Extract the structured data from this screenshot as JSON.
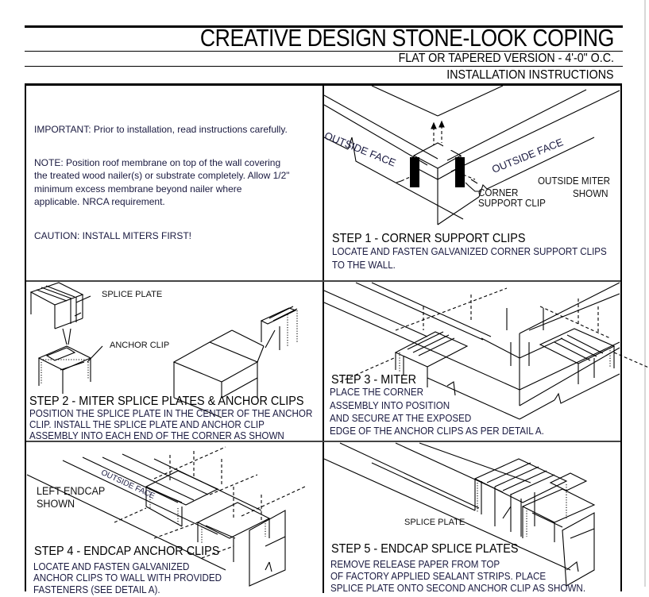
{
  "header": {
    "title": "CREATIVE DESIGN STONE-LOOK COPING",
    "subtitle": "FLAT OR TAPERED VERSION - 4'-0\" O.C.",
    "section": "INSTALLATION INSTRUCTIONS"
  },
  "intro": {
    "important": "IMPORTANT: Prior to installation, read instructions carefully.",
    "note_lines": [
      "NOTE:   Position roof membrane on top of the wall covering",
      "the treated wood nailer(s) or substrate completely. Allow 1/2\"",
      "minimum excess membrane beyond nailer where",
      "applicable. NRCA requirement."
    ],
    "caution": "CAUTION: INSTALL MITERS FIRST!"
  },
  "steps": [
    {
      "title": "STEP 1 - CORNER SUPPORT CLIPS",
      "body": [
        "LOCATE AND FASTEN GALVANIZED CORNER SUPPORT CLIPS",
        "TO THE WALL."
      ],
      "labels": {
        "face_left": "OUTSIDE FACE",
        "face_right": "OUTSIDE FACE",
        "callout": [
          "CORNER",
          "SUPPORT CLIP"
        ],
        "note": [
          "OUTSIDE MITER",
          "SHOWN"
        ]
      }
    },
    {
      "title": "STEP 2 - MITER SPLICE PLATES & ANCHOR CLIPS",
      "body": [
        "POSITION THE SPLICE PLATE IN THE CENTER OF THE ANCHOR",
        "CLIP. INSTALL THE SPLICE PLATE AND ANCHOR CLIP",
        "ASSEMBLY INTO EACH END OF THE CORNER AS SHOWN"
      ],
      "labels": {
        "splice_plate": "SPLICE PLATE",
        "anchor_clip": "ANCHOR CLIP"
      }
    },
    {
      "title": "STEP 3 - MITER",
      "body": [
        "PLACE THE CORNER",
        "ASSEMBLY INTO POSITION",
        "AND SECURE AT THE EXPOSED",
        "EDGE OF THE ANCHOR CLIPS AS PER DETAIL A."
      ]
    },
    {
      "title": "STEP 4 - ENDCAP ANCHOR CLIPS",
      "body": [
        "LOCATE AND FASTEN GALVANIZED",
        "ANCHOR CLIPS TO WALL WITH PROVIDED",
        "FASTENERS (SEE DETAIL A)."
      ],
      "labels": {
        "endcap": [
          "LEFT ENDCAP",
          "SHOWN"
        ],
        "face": "OUTSIDE FACE"
      }
    },
    {
      "title": "STEP 5 - ENDCAP SPLICE PLATES",
      "body": [
        "REMOVE RELEASE PAPER FROM TOP",
        "OF FACTORY APPLIED SEALANT STRIPS. PLACE",
        "SPLICE PLATE ONTO SECOND ANCHOR CLIP AS SHOWN."
      ],
      "labels": {
        "splice_plate": "SPLICE PLATE"
      }
    }
  ]
}
